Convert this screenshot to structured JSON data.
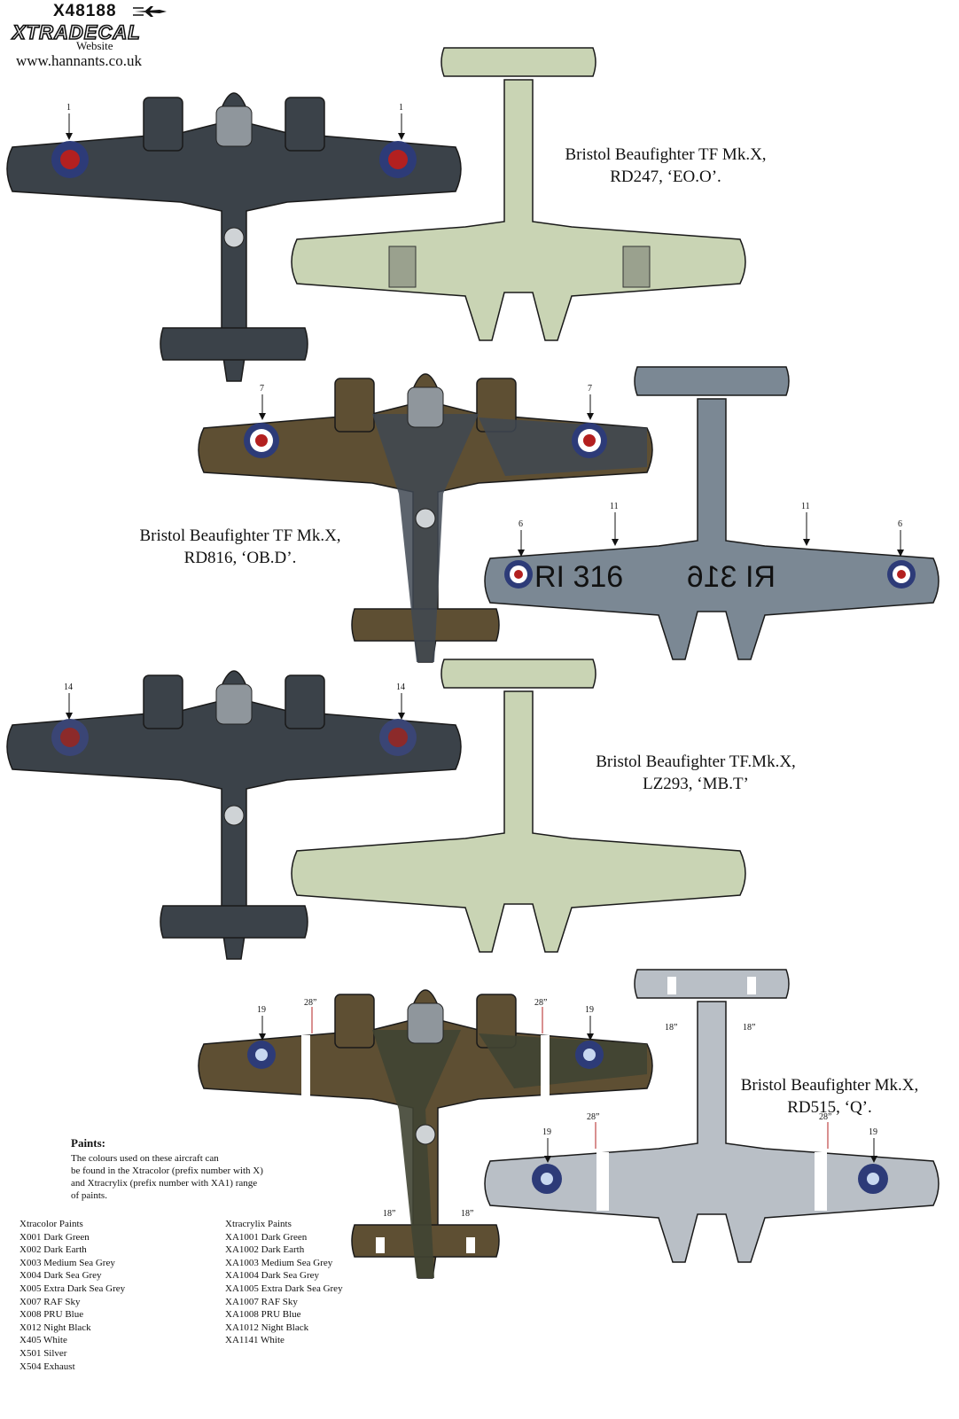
{
  "header": {
    "product_code": "X48188",
    "brand": "XTRADECAL",
    "website_label": "Website",
    "website_url": "www.hannants.co.uk"
  },
  "aircraft": [
    {
      "line1": "Bristol Beaufighter TF Mk.X,",
      "line2": "RD247, ‘EO.O’.",
      "callouts": [
        "1",
        "1"
      ]
    },
    {
      "line1": "Bristol Beaufighter TF Mk.X,",
      "line2": "RD816, ‘OB.D’.",
      "callouts": [
        "7",
        "7",
        "6",
        "11",
        "11",
        "6"
      ],
      "underside_code": "RI 316"
    },
    {
      "line1": "Bristol Beaufighter TF.Mk.X,",
      "line2": "LZ293, ‘MB.T’",
      "callouts": [
        "14",
        "14"
      ]
    },
    {
      "line1": "Bristol Beaufighter Mk.X,",
      "line2": "RD515, ‘Q’.",
      "callouts": [
        "19",
        "28”",
        "28”",
        "19",
        "18”",
        "18”",
        "18”",
        "18”",
        "19",
        "28”",
        "28”",
        "19"
      ]
    }
  ],
  "paints": {
    "heading": "Paints:",
    "intro": [
      "The colours used on these aircraft can",
      "be found in the Xtracolor (prefix number with X)",
      "and Xtracrylix (prefix number with XA1) range",
      "of paints."
    ],
    "xtracolor_title": "Xtracolor Paints",
    "xtracolor": [
      "X001 Dark Green",
      "X002 Dark Earth",
      "X003 Medium Sea Grey",
      "X004 Dark Sea Grey",
      "X005 Extra Dark Sea Grey",
      "X007 RAF Sky",
      "X008 PRU Blue",
      "X012 Night Black",
      "X405 White",
      "X501 Silver",
      "X504 Exhaust"
    ],
    "xtracrylix_title": "Xtracrylix Paints",
    "xtracrylix": [
      "XA1001 Dark Green",
      "XA1002 Dark Earth",
      "XA1003 Medium Sea Grey",
      "XA1004 Dark Sea Grey",
      "XA1005 Extra Dark Sea Grey",
      "XA1007 RAF Sky",
      "XA1008 PRU Blue",
      "XA1012 Night Black",
      "XA1141 White"
    ]
  },
  "colors": {
    "dark_sea_grey_top": "#3b4249",
    "sky_underside": "#c9d4b4",
    "dark_earth": "#5e4f33",
    "dark_green": "#404433",
    "medium_sea_grey": "#7b8894",
    "light_grey": "#b9bfc6",
    "roundel_blue": "#2d3b78",
    "roundel_red": "#b32020",
    "outline": "#1a1a1a"
  }
}
